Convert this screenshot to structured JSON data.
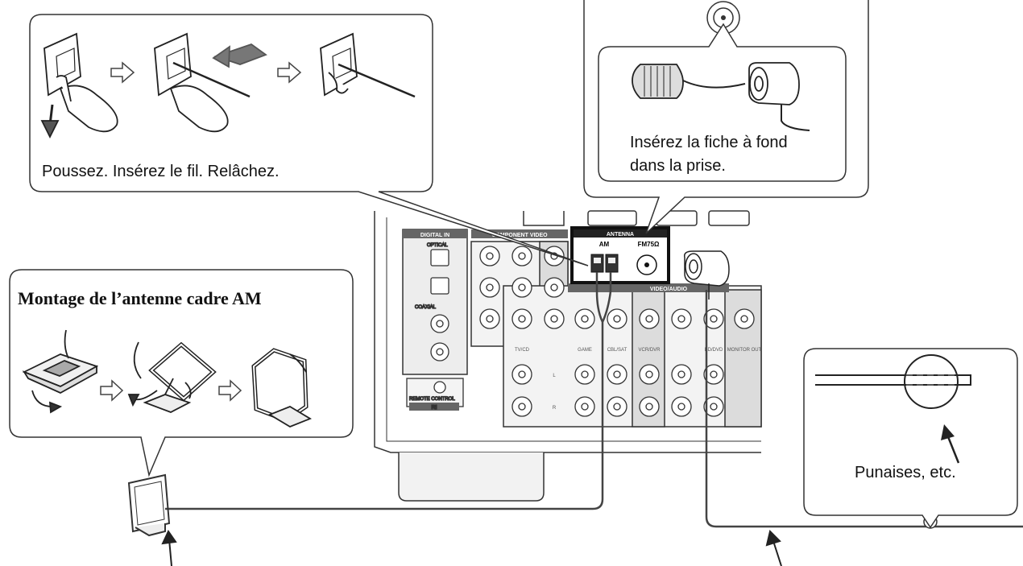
{
  "callouts": {
    "wire": {
      "caption": "Poussez. Insérez le fil. Relâchez."
    },
    "fm": {
      "caption_line1": "Insérez la fiche à fond",
      "caption_line2": "dans la prise."
    },
    "am_loop": {
      "title": "Montage de l’antenne cadre AM"
    },
    "pins": {
      "caption": "Punaises, etc."
    }
  },
  "panel": {
    "antenna": "ANTENNA",
    "am": "AM",
    "fm": "FM75Ω",
    "digital_in": "DIGITAL IN",
    "component_video": "COMPONENT VIDEO",
    "video_audio": "VIDEO/AUDIO",
    "optical": "OPTICAL",
    "coaxial": "COAXIAL",
    "remote_control": "REMOTE CONTROL",
    "ri": "RI",
    "inputs": [
      "TV/CD",
      "GAME",
      "CBL/SAT",
      "VCR/DVR",
      "BD/DVD",
      "MONITOR OUT"
    ],
    "ch_l": "L",
    "ch_r": "R"
  },
  "icons": [
    "push-arrow",
    "insert-arrow",
    "hand",
    "am-loop-antenna",
    "fm-antenna-plug"
  ]
}
